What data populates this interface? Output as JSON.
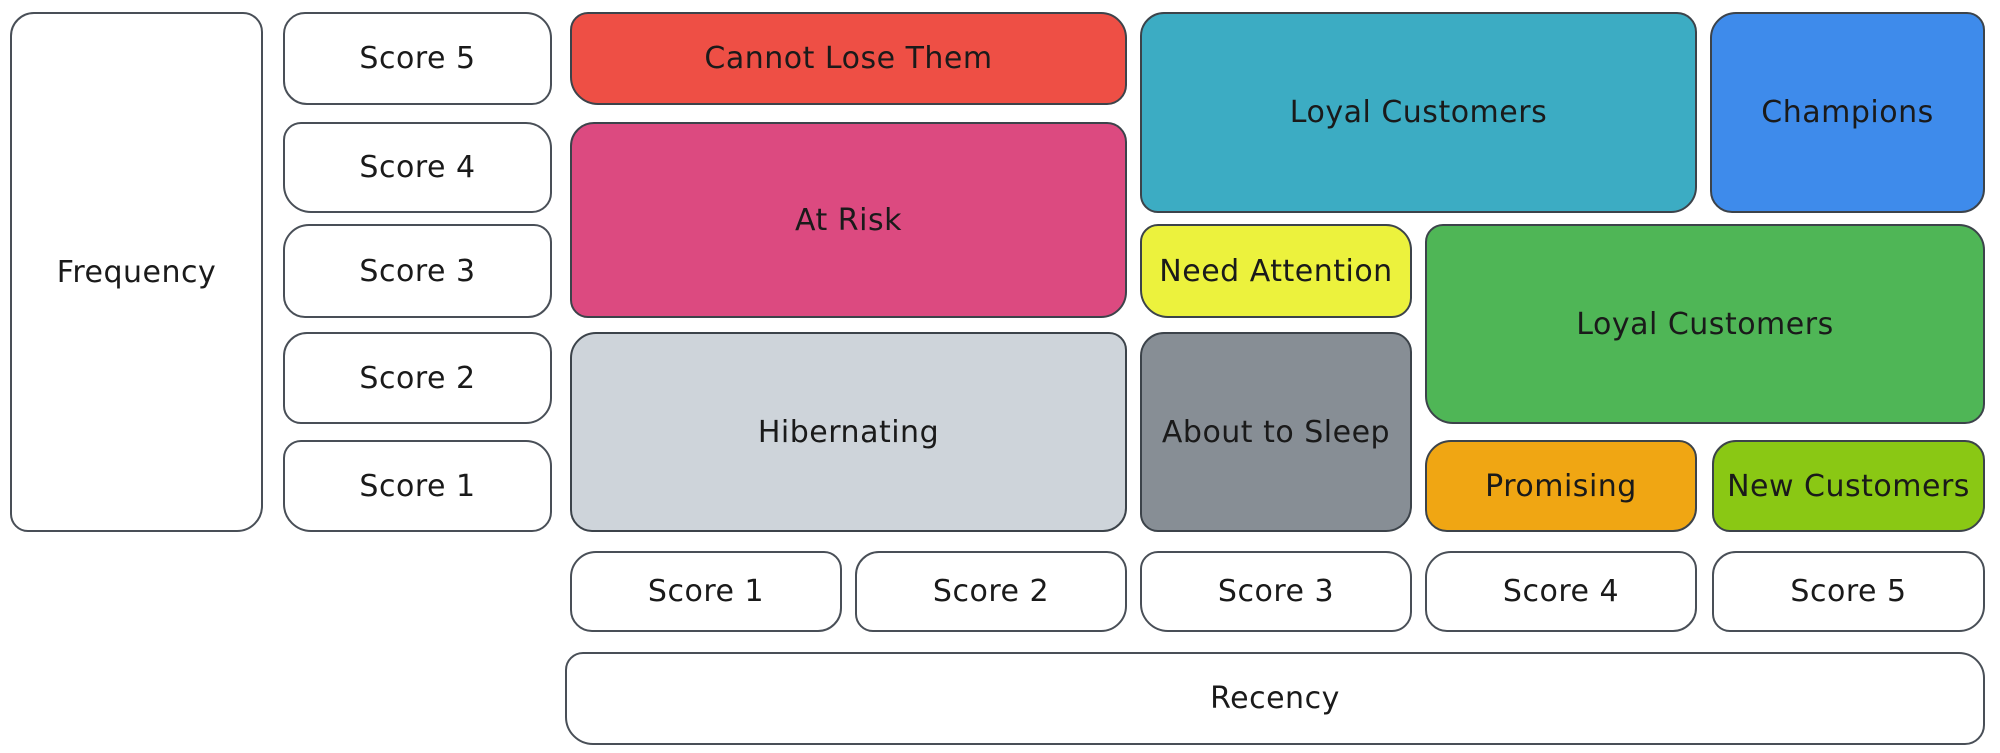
{
  "diagram": {
    "type": "rfm-segmentation-matrix",
    "x_axis": {
      "label": "Recency",
      "scores": [
        "Score 1",
        "Score 2",
        "Score 3",
        "Score 4",
        "Score 5"
      ]
    },
    "y_axis": {
      "label": "Frequency",
      "scores": [
        "Score 5",
        "Score 4",
        "Score 3",
        "Score 2",
        "Score 1"
      ]
    }
  },
  "segments": [
    {
      "label": "Cannot Lose Them",
      "color": "#ee4f45",
      "recency": "1-2",
      "frequency": "5"
    },
    {
      "label": "At Risk",
      "color": "#dc4a80",
      "recency": "1-2",
      "frequency": "3-4"
    },
    {
      "label": "Hibernating",
      "color": "#ced4da",
      "recency": "1-2",
      "frequency": "1-2"
    },
    {
      "label": "Loyal Customers",
      "color": "#3cacc3",
      "recency": "3-4",
      "frequency": "4-5"
    },
    {
      "label": "Champions",
      "color": "#3e8beb",
      "recency": "5",
      "frequency": "4-5"
    },
    {
      "label": "Need Attention",
      "color": "#ecf23d",
      "recency": "3",
      "frequency": "3"
    },
    {
      "label": "About to Sleep",
      "color": "#878e95",
      "recency": "3",
      "frequency": "1-2"
    },
    {
      "label": "Loyal Customers",
      "color": "#4fb656",
      "recency": "4-5",
      "frequency": "2-3"
    },
    {
      "label": "Promising",
      "color": "#f0a613",
      "recency": "4",
      "frequency": "1"
    },
    {
      "label": "New Customers",
      "color": "#8ac814",
      "recency": "5",
      "frequency": "1"
    }
  ],
  "style": {
    "stroke_color": "#3c434a",
    "text_color": "#1a1a1a",
    "background": "#ffffff"
  }
}
